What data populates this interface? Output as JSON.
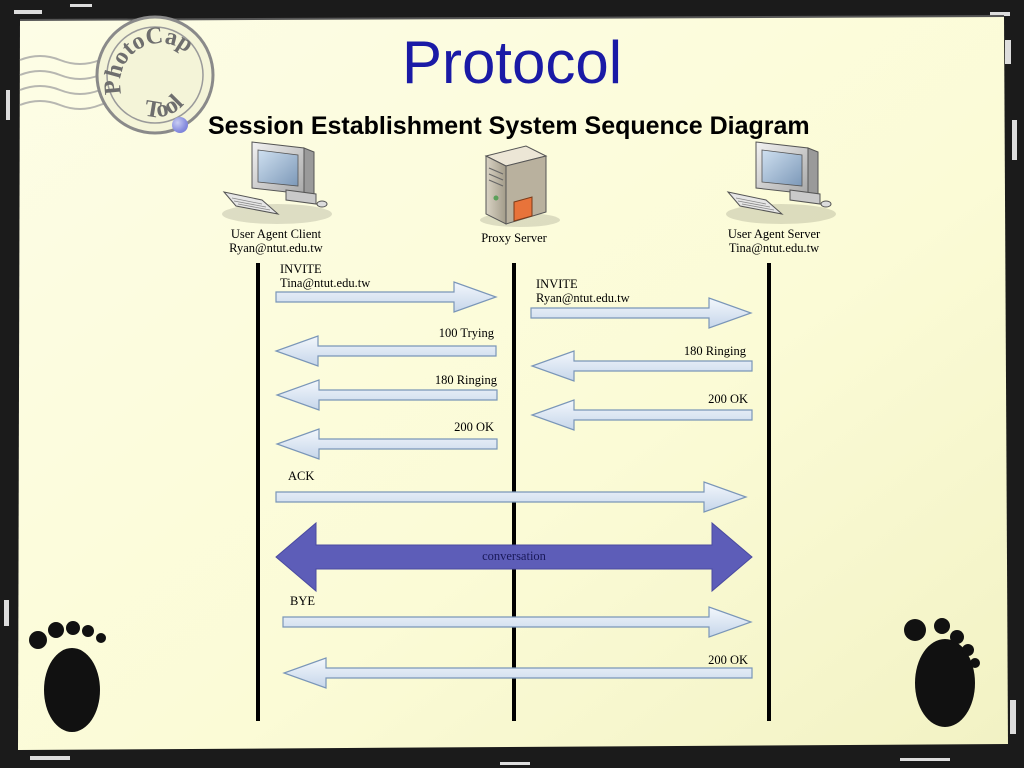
{
  "slide": {
    "title": "Protocol",
    "subtitle": "Session Establishment System Sequence Diagram"
  },
  "stamp": {
    "top_text": "PhotoCap",
    "bottom_text": "Tool"
  },
  "participants": [
    {
      "id": "client",
      "line1": "User Agent Client",
      "line2": "Ryan@ntut.edu.tw",
      "icon": "computer-icon"
    },
    {
      "id": "proxy",
      "line1": "Proxy Server",
      "line2": "",
      "icon": "server-icon"
    },
    {
      "id": "server",
      "line1": "User Agent Server",
      "line2": "Tina@ntut.edu.tw",
      "icon": "computer-icon"
    }
  ],
  "messages": [
    {
      "line1": "INVITE",
      "line2": "Tina@ntut.edu.tw",
      "from": "client",
      "to": "proxy"
    },
    {
      "line1": "INVITE",
      "line2": "Ryan@ntut.edu.tw",
      "from": "proxy",
      "to": "server"
    },
    {
      "line1": "100 Trying",
      "line2": "",
      "from": "proxy",
      "to": "client"
    },
    {
      "line1": "180 Ringing",
      "line2": "",
      "from": "server",
      "to": "proxy"
    },
    {
      "line1": "180 Ringing",
      "line2": "",
      "from": "proxy",
      "to": "client"
    },
    {
      "line1": "200 OK",
      "line2": "",
      "from": "server",
      "to": "proxy"
    },
    {
      "line1": "200 OK",
      "line2": "",
      "from": "proxy",
      "to": "client"
    },
    {
      "line1": "ACK",
      "line2": "",
      "from": "client",
      "to": "server"
    },
    {
      "line1": "conversation",
      "line2": "",
      "from": "client",
      "to": "server",
      "bidirectional": true
    },
    {
      "line1": "BYE",
      "line2": "",
      "from": "client",
      "to": "server"
    },
    {
      "line1": "200 OK",
      "line2": "",
      "from": "server",
      "to": "client"
    }
  ],
  "colors": {
    "title": "#1a1aa6",
    "slide_bg": "#fbfbdf",
    "arrow_fill": "#dde8f4",
    "arrow_stroke": "#7a96b8",
    "conversation": "#5d5db8"
  }
}
